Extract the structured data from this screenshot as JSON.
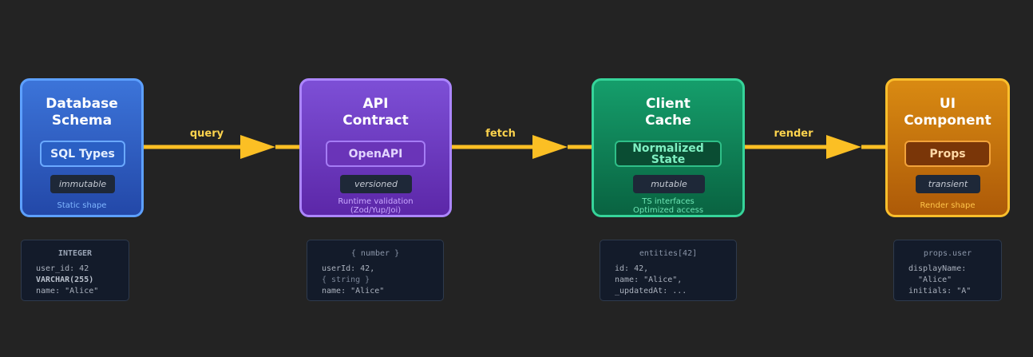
{
  "colors": {
    "background": "#232323",
    "arrow": "#fbbf24",
    "arrow_label": "#fcd34d"
  },
  "connectors": [
    {
      "label": "query"
    },
    {
      "label": "fetch"
    },
    {
      "label": "render"
    }
  ],
  "stages": [
    {
      "title_lines": [
        "Database",
        "Schema"
      ],
      "type_lines": [
        "SQL Types"
      ],
      "tag": "immutable",
      "note_lines": [
        "Static shape"
      ],
      "accent": "#5da0ff"
    },
    {
      "title_lines": [
        "API",
        "Contract"
      ],
      "type_lines": [
        "OpenAPI"
      ],
      "tag": "versioned",
      "note_lines": [
        "Runtime validation",
        "(Zod/Yup/Joi)"
      ],
      "accent": "#ac86ff"
    },
    {
      "title_lines": [
        "Client",
        "Cache"
      ],
      "type_lines": [
        "Normalized",
        "State"
      ],
      "tag": "mutable",
      "note_lines": [
        "TS interfaces",
        "Optimized access"
      ],
      "accent": "#36d49a"
    },
    {
      "title_lines": [
        "UI",
        "Component"
      ],
      "type_lines": [
        "Props"
      ],
      "tag": "transient",
      "note_lines": [
        "Render shape"
      ],
      "accent": "#fbbf2c"
    }
  ],
  "samples": [
    {
      "header": "INTEGER",
      "lines": [
        "user_id: 42",
        "VARCHAR(255)",
        "name: \"Alice\""
      ]
    },
    {
      "header": "{ number }",
      "lines": [
        "userId: 42,",
        "{ string }",
        "name: \"Alice\""
      ]
    },
    {
      "header": "entities[42]",
      "lines": [
        "id: 42,",
        "name: \"Alice\",",
        "_updatedAt: ..."
      ]
    },
    {
      "header": "props.user",
      "lines": [
        "displayName:",
        "  \"Alice\"",
        "initials: \"A\""
      ]
    }
  ]
}
